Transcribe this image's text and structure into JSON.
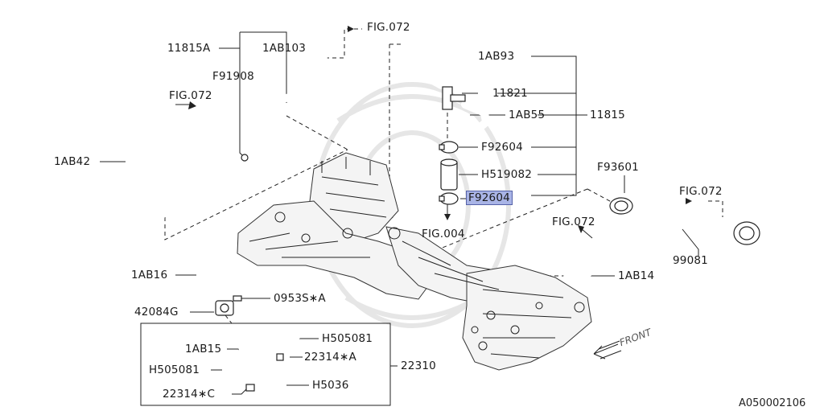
{
  "labels": {
    "l_11815A": "11815A",
    "l_1AB103": "1AB103",
    "l_F91908": "F91908",
    "l_FIG072_top": "FIG.072",
    "l_FIG072_left": "FIG.072",
    "l_1AB42": "1AB42",
    "l_1AB93": "1AB93",
    "l_11821": "11821",
    "l_1AB55": "1AB55",
    "l_11815": "11815",
    "l_F92604_a": "F92604",
    "l_H519082": "H519082",
    "l_F92604_b": "F92604",
    "l_FIG004": "FIG.004",
    "l_F93601": "F93601",
    "l_FIG072_right": "FIG.072",
    "l_FIG072_mid": "FIG.072",
    "l_99081": "99081",
    "l_1AB16": "1AB16",
    "l_0953SA": "0953S∗A",
    "l_42084G": "42084G",
    "l_1AB14": "1AB14",
    "l_H505081_a": "H505081",
    "l_1AB15": "1AB15",
    "l_22314A": "22314∗A",
    "l_H505081_b": "H505081",
    "l_22310": "22310",
    "l_22314C": "22314∗C",
    "l_H5036": "H5036"
  },
  "front_label": "FRONT",
  "diagram_id": "A050002106",
  "highlight_color": "#a9b4e6"
}
